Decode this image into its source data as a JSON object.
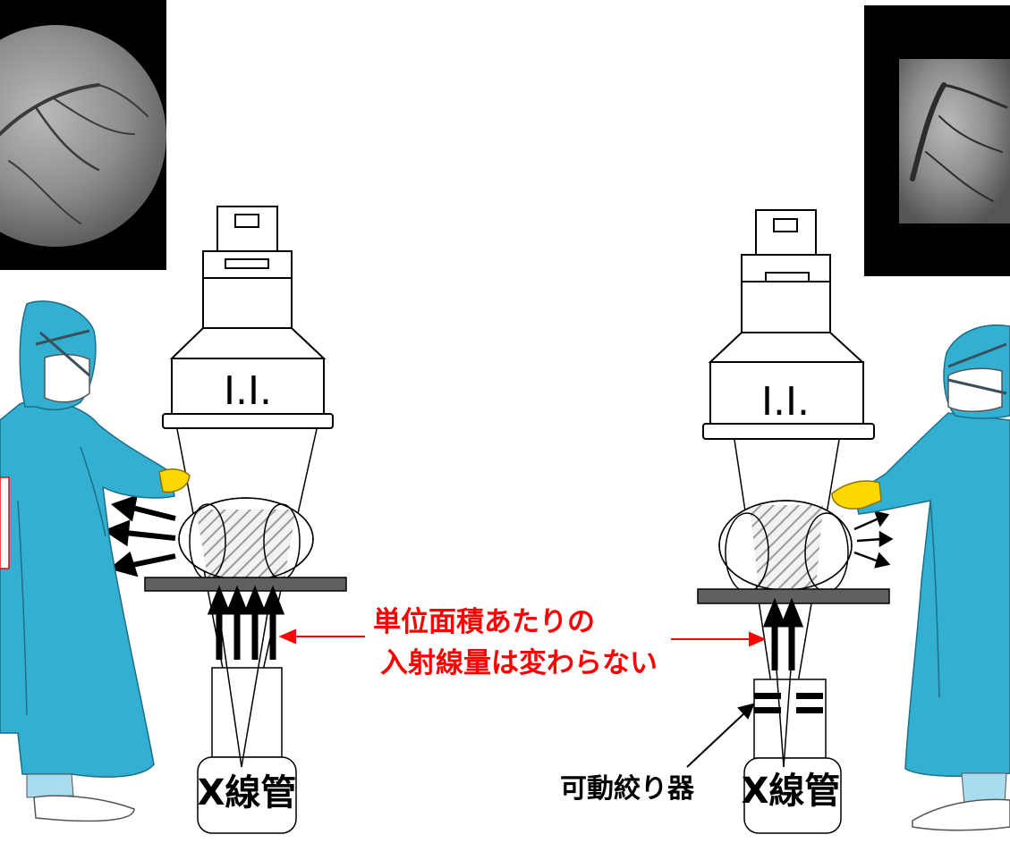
{
  "labels": {
    "ii_left": "I.I.",
    "ii_right": "I.I.",
    "tube_left": "X線管",
    "tube_right": "X線管",
    "collimator": "可動絞り器",
    "dose_line1": "単位面積あたりの",
    "dose_line2": "入射線量は変わらない"
  },
  "colors": {
    "gown": "#33b0d1",
    "glove": "#ffd700",
    "annotation": "#ff0000",
    "table": "#606060"
  },
  "icons": {
    "surgeon_left": "surgeon-figure",
    "surgeon_right": "surgeon-figure"
  }
}
